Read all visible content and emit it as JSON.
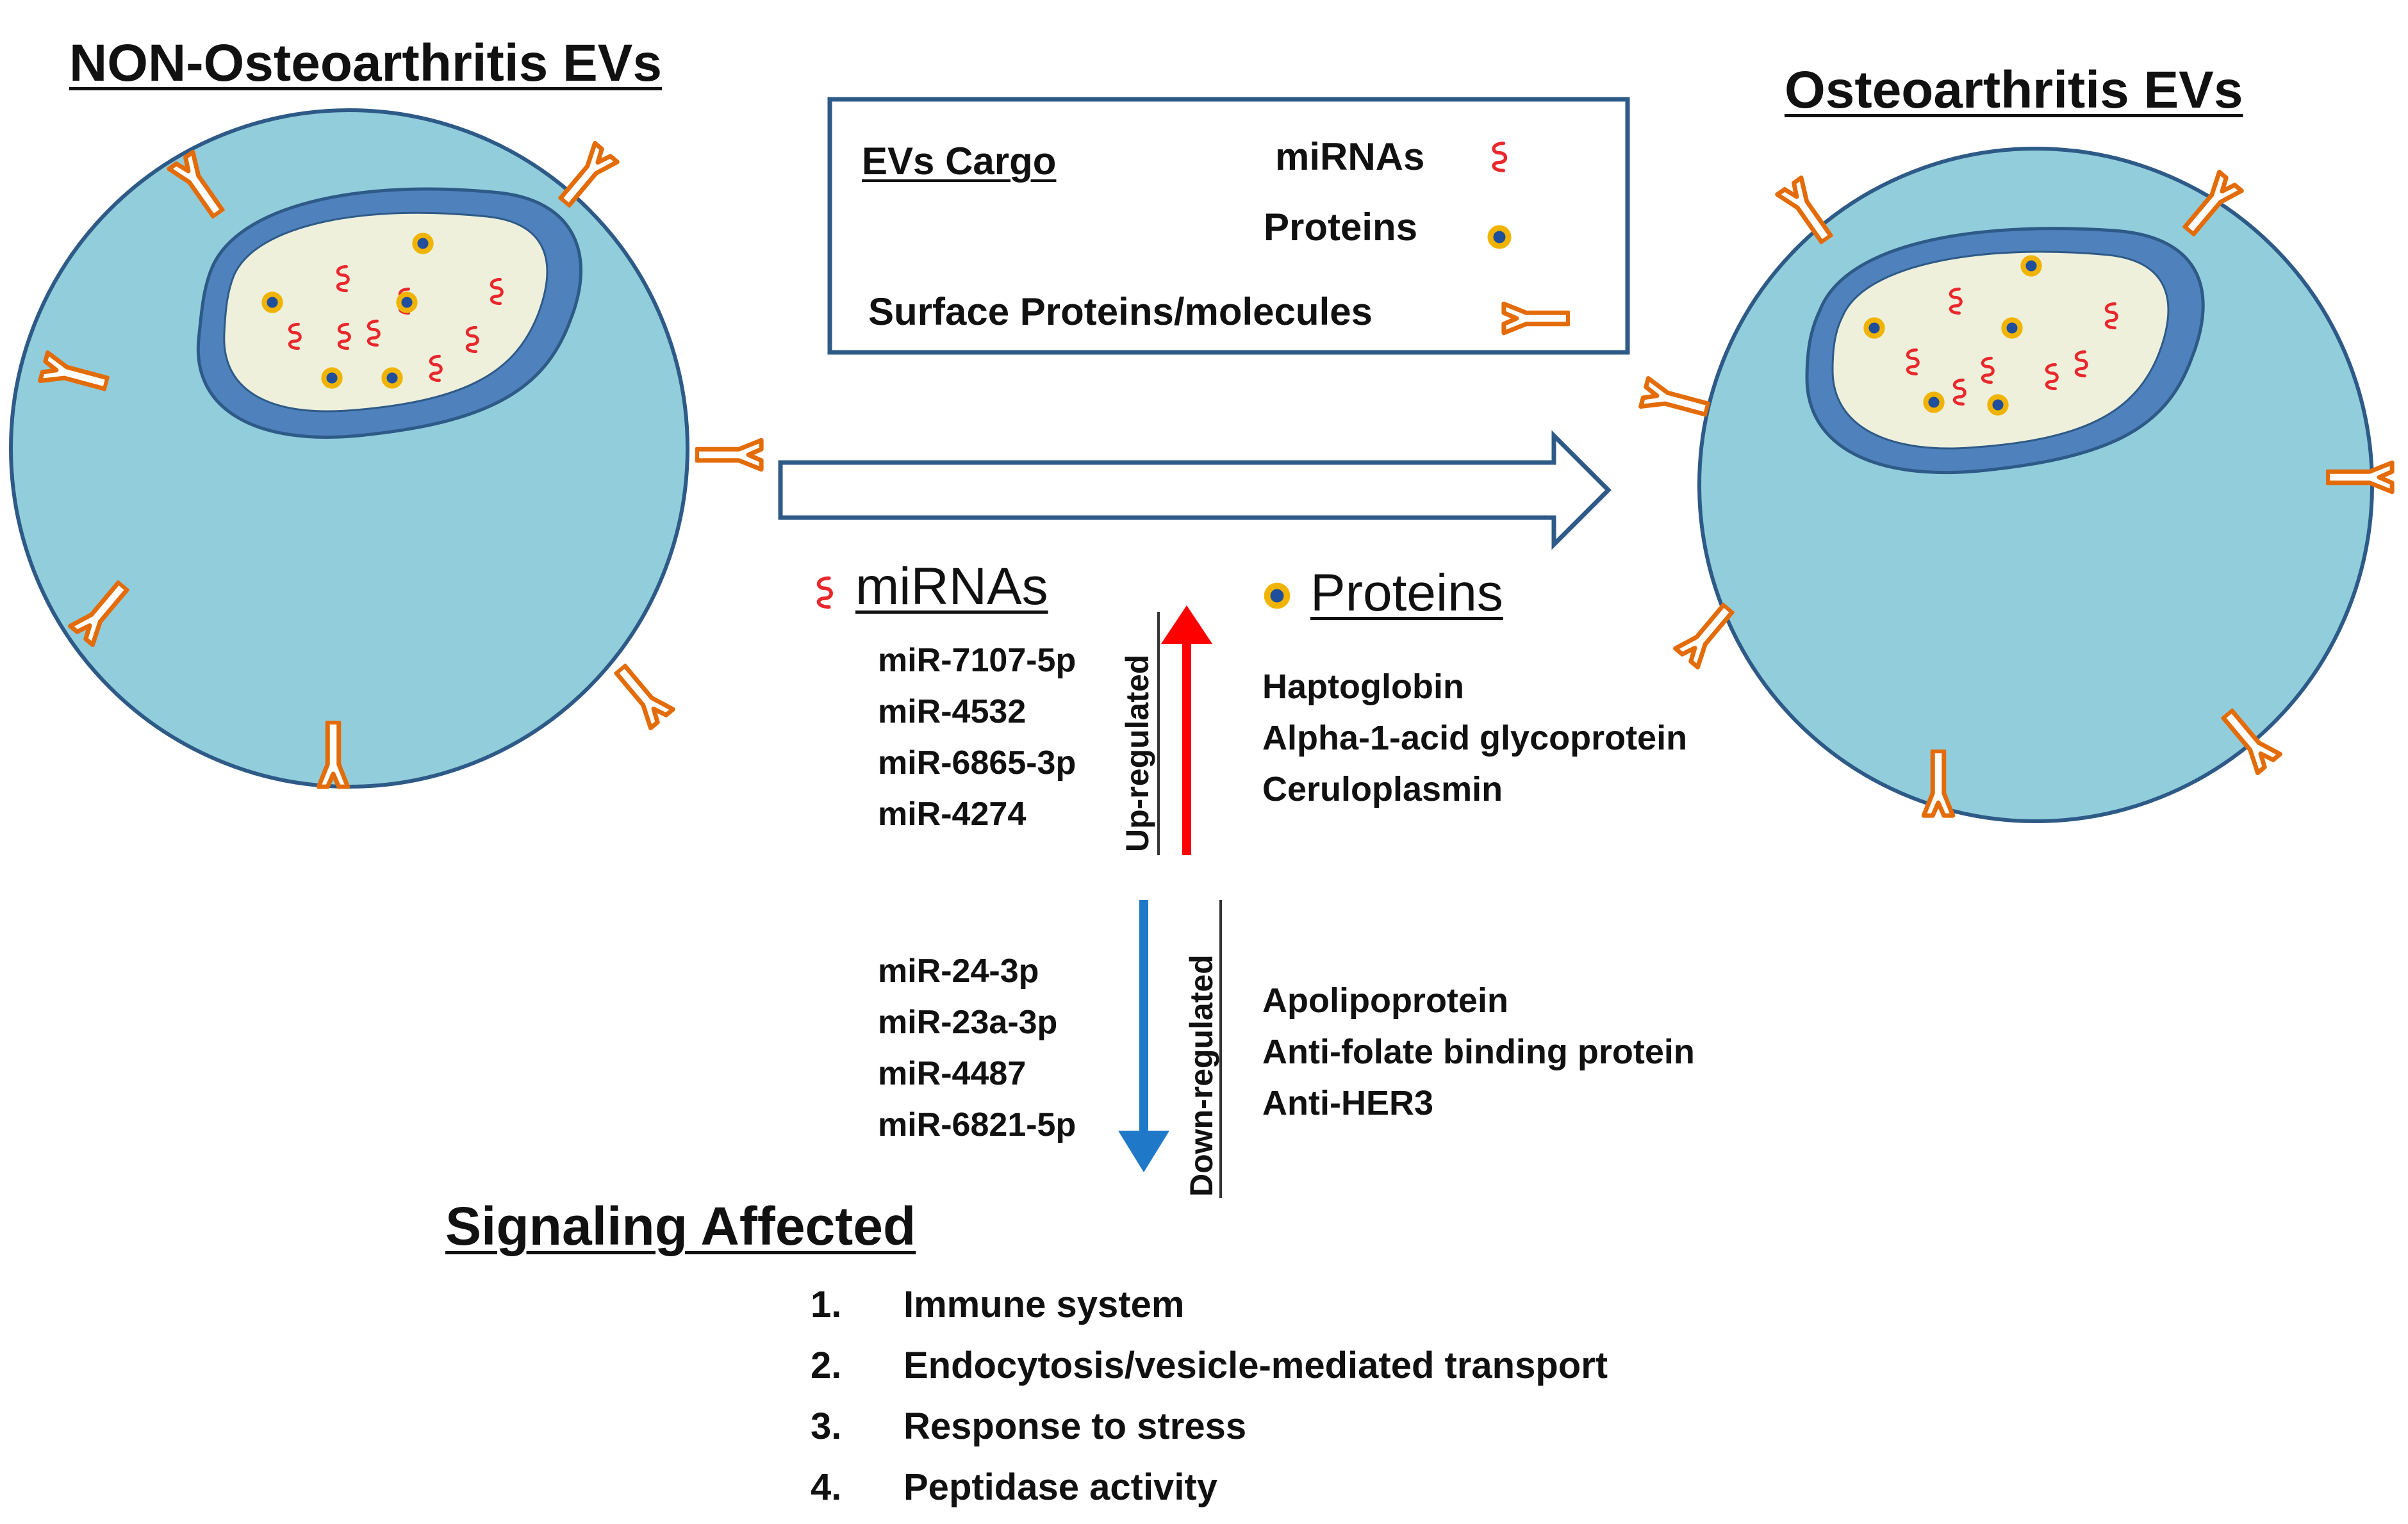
{
  "titles": {
    "left": "NON-Osteoarthritis EVs",
    "right": "Osteoarthritis EVs"
  },
  "legend": {
    "heading": "EVs Cargo",
    "mirnas": "miRNAs",
    "proteins": "Proteins",
    "surface": "Surface Proteins/molecules"
  },
  "sections": {
    "mirnas": "miRNAs",
    "proteins": "Proteins"
  },
  "regulation": {
    "up_label": "Up-regulated",
    "down_label": "Down-regulated",
    "up_mirnas": [
      "miR-7107-5p",
      "miR-4532",
      "miR-6865-3p",
      "miR-4274"
    ],
    "up_proteins": [
      "Haptoglobin",
      "Alpha-1-acid glycoprotein",
      "Ceruloplasmin"
    ],
    "down_mirnas": [
      "miR-24-3p",
      "miR-23a-3p",
      "miR-4487",
      "miR-6821-5p"
    ],
    "down_proteins": [
      "Apolipoprotein",
      "Anti-folate binding protein",
      "Anti-HER3"
    ]
  },
  "signaling": {
    "title": "Signaling Affected",
    "items": [
      {
        "num": "1.",
        "text": "Immune system"
      },
      {
        "num": "2.",
        "text": "Endocytosis/vesicle-mediated transport"
      },
      {
        "num": "3.",
        "text": "Response to stress"
      },
      {
        "num": "4.",
        "text": "Peptidase activity"
      }
    ]
  },
  "colors": {
    "vesicle_fill": "#92cddc",
    "vesicle_stroke": "#2e5a87",
    "membrane": "#4f81bd",
    "lumen": "#eef0dc",
    "mirna": "#e8282c",
    "protein_dot": "#1f4e9c",
    "protein_ring": "#f0b400",
    "surface_protein": "#e36c09",
    "up_arrow": "#ff0000",
    "down_arrow": "#1f78c8",
    "main_arrow_stroke": "#2e5a87"
  }
}
